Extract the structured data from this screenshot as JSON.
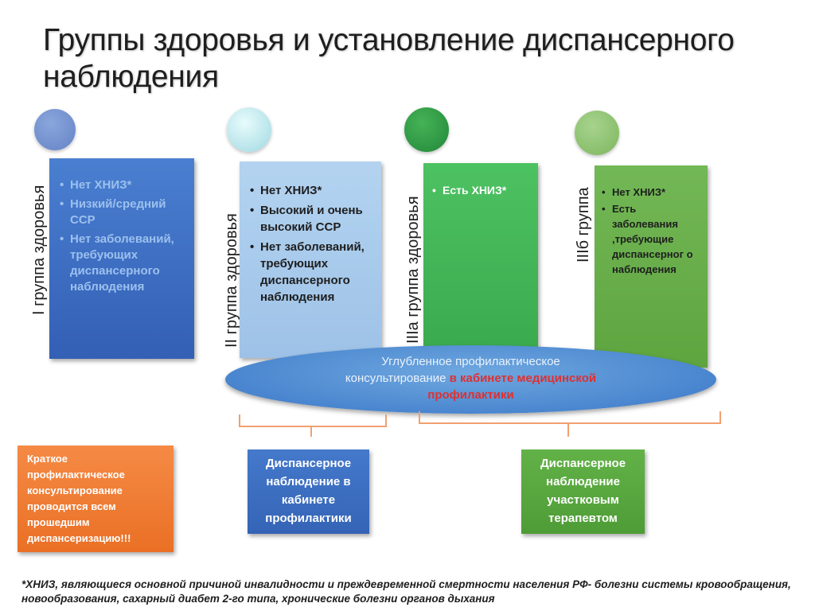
{
  "title": "Группы здоровья и установление диспансерного наблюдения",
  "groups": [
    {
      "label": "I группа здоровья",
      "items": [
        "Нет ХНИЗ*",
        "Низкий/средний ССР",
        "Нет заболеваний, требующих диспансерного наблюдения"
      ],
      "card_color": "#3d6fc6",
      "circle_color": "#6f8fcf"
    },
    {
      "label": "II группа здоровья",
      "items": [
        "Нет ХНИЗ*",
        "Высокий и очень высокий ССР",
        "Нет заболеваний, требующих диспансерного наблюдения"
      ],
      "card_color": "#a9cbeb",
      "circle_color": "#bfe6ec"
    },
    {
      "label": "IIIа группа здоровья",
      "items": [
        "Есть ХНИЗ*"
      ],
      "card_color": "#47b85a",
      "circle_color": "#2f9a3e"
    },
    {
      "label": "IIIб группа",
      "items": [
        "Нет ХНИЗ*",
        "Есть заболевания ,требующие диспансерног о наблюдения"
      ],
      "card_color": "#67b049",
      "circle_color": "#8dc06e"
    }
  ],
  "ellipse": {
    "line1": "Углубленное профилактическое",
    "line2_plain": "консультирование ",
    "line2_highlight": "в кабинете медицинской",
    "line3_highlight": "профилактики"
  },
  "boxes": {
    "brief": "Краткое профилактическое консультирование проводится всем прошедшим диспансеризацию!!!",
    "cabinet": "Диспансерное наблюдение в кабинете профилактики",
    "therapist": "Диспансерное наблюдение участковым терапевтом"
  },
  "footnote": "*ХНИЗ, являющиеся основной причиной инвалидности и преждевременной смертности населения РФ- болезни системы кровообращения, новообразования, сахарный диабет 2-го типа, хронические болезни органов дыхания"
}
